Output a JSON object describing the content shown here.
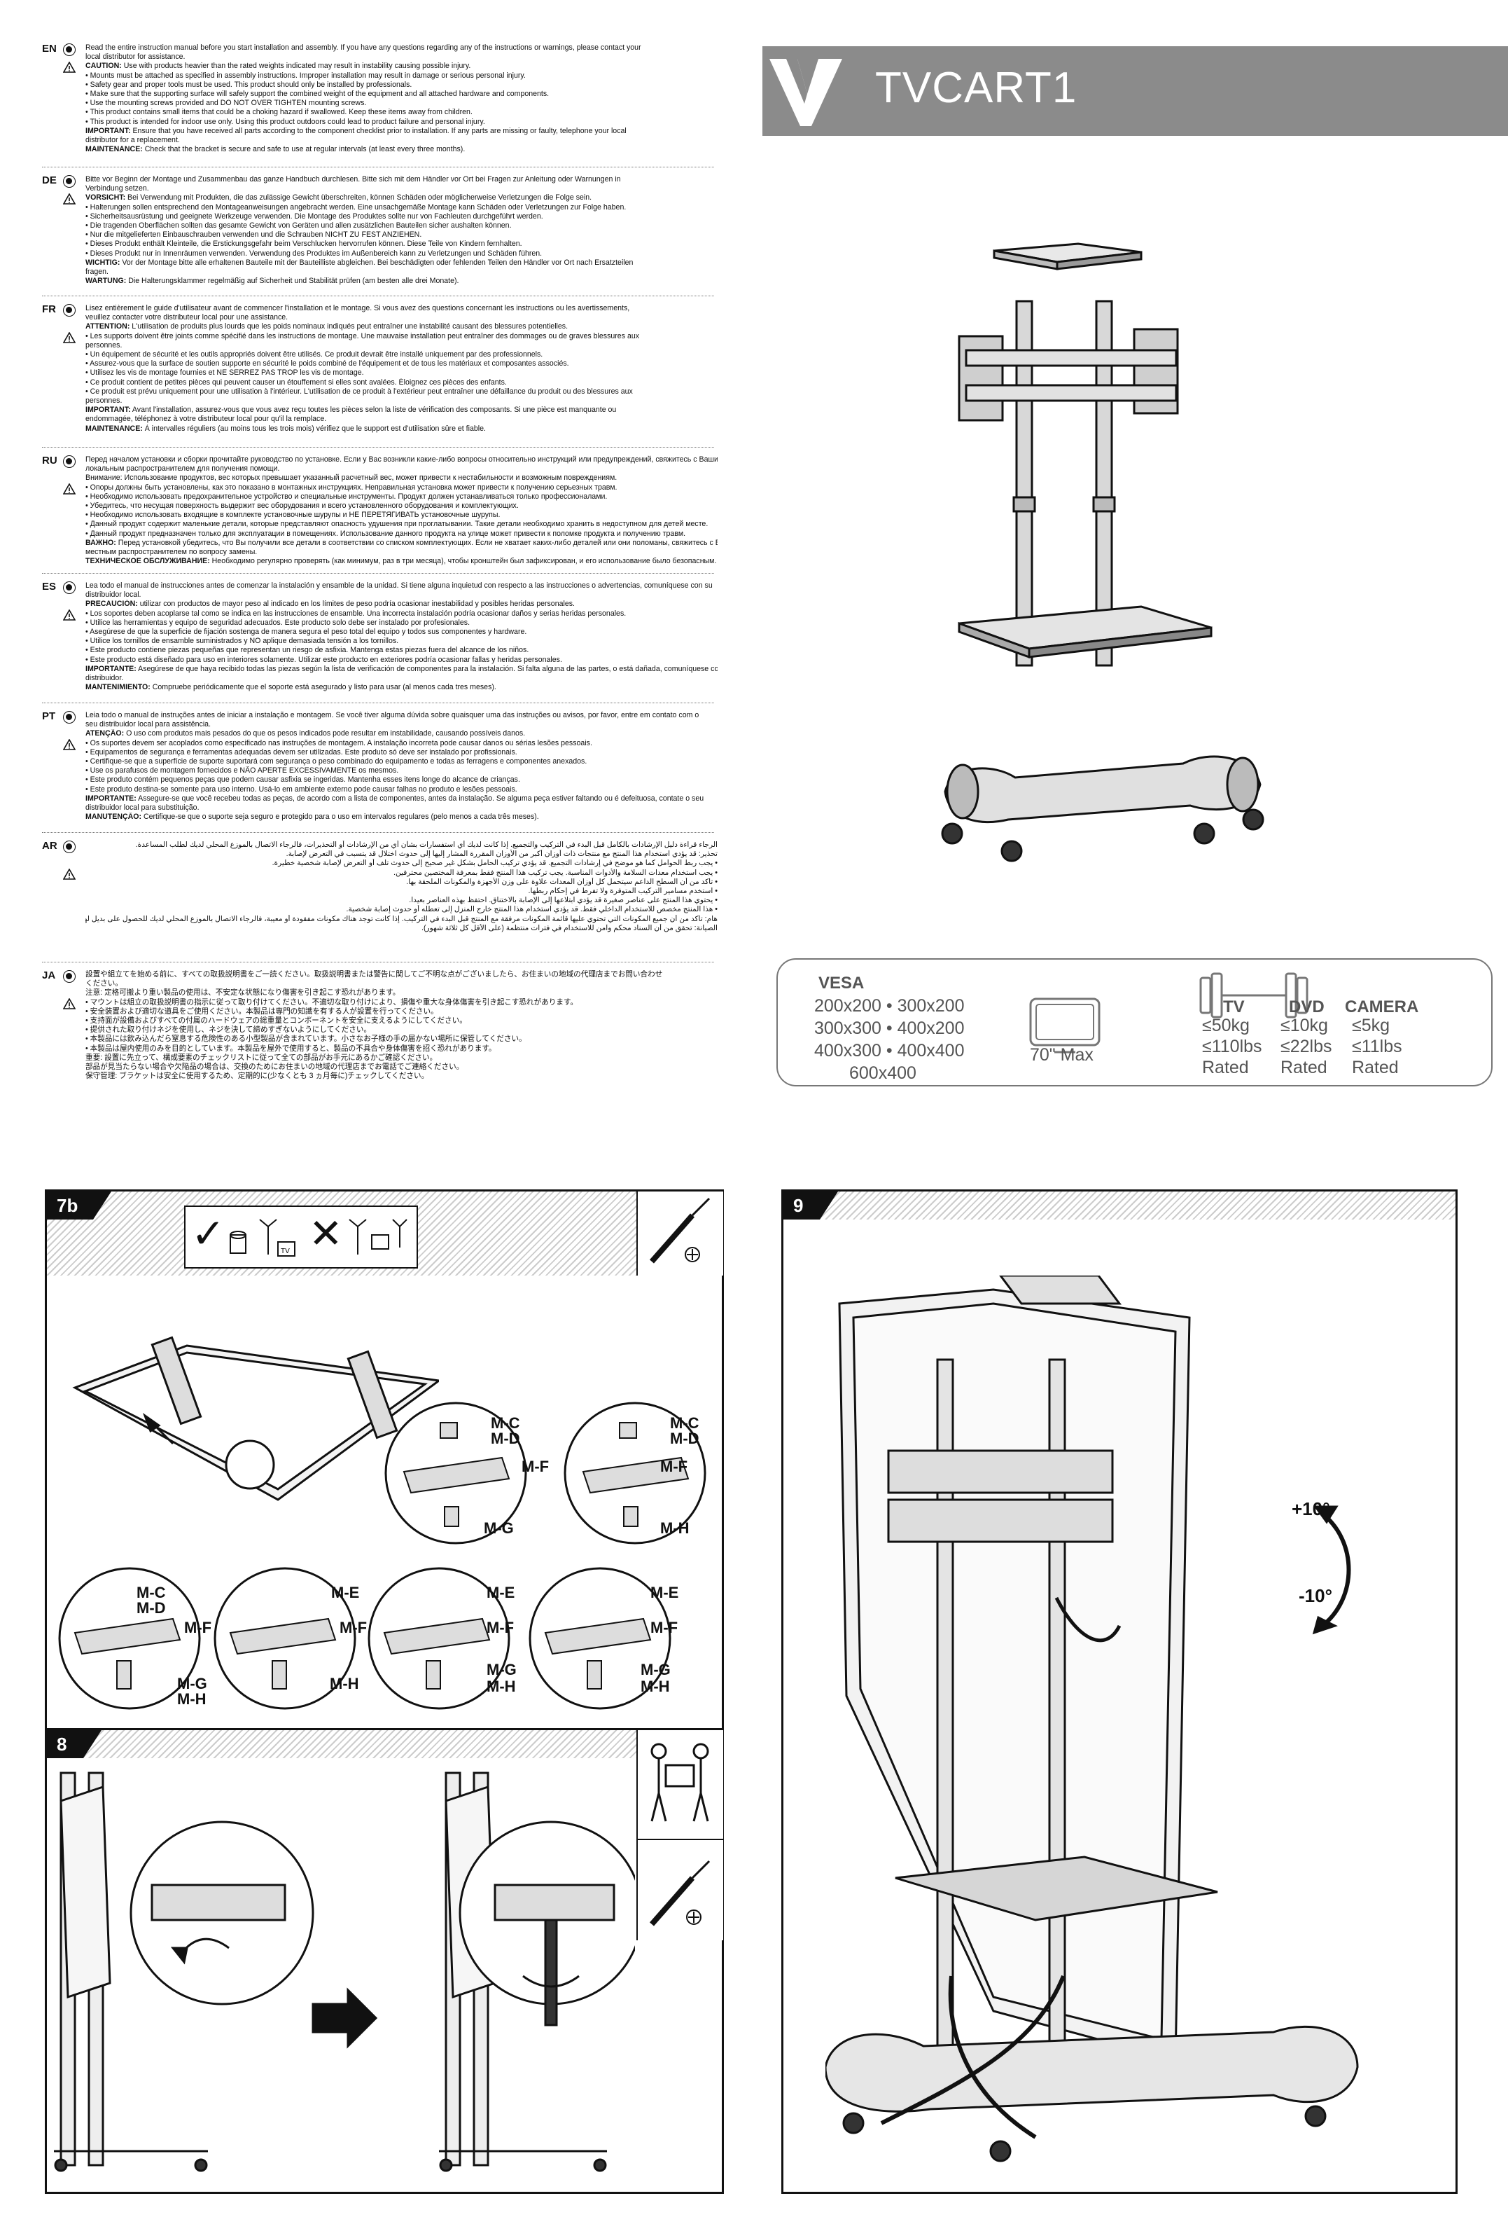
{
  "brand": {
    "title": "TVCART1"
  },
  "languages": [
    {
      "code": "EN",
      "lines": [
        "Read the entire instruction manual before you start installation and assembly. If you have any questions regarding any of the instructions or warnings, please contact your",
        "local distributor for assistance.",
        "CAUTION: Use with products heavier than the rated weights indicated may result in instability causing possible injury.",
        "• Mounts must be attached as specified in assembly instructions. Improper installation may result in damage or serious personal injury.",
        "• Safety gear and proper tools must be used. This product should only be installed by professionals.",
        "• Make sure that the supporting surface will safely support the combined weight of the equipment and all attached hardware and components.",
        "• Use the mounting screws provided and DO NOT OVER TIGHTEN mounting screws.",
        "• This product contains small items that could be a choking hazard if swallowed. Keep these items away from children.",
        "• This product is intended for indoor use only. Using this product outdoors could lead to product failure and personal injury.",
        "IMPORTANT: Ensure that you have received all parts according to the component checklist prior to installation. If any parts are missing or faulty, telephone your local",
        "distributor for a replacement.",
        "MAINTENANCE: Check that the bracket is secure and safe to use at regular intervals (at least every three months)."
      ]
    },
    {
      "code": "DE",
      "lines": [
        "Bitte vor Beginn der Montage und Zusammenbau das ganze Handbuch durchlesen. Bitte sich mit dem Händler vor Ort bei Fragen zur Anleitung oder Warnungen in",
        "Verbindung setzen.",
        "VORSICHT: Bei Verwendung mit Produkten, die das zulässige Gewicht überschreiten, können Schäden oder möglicherweise Verletzungen die Folge sein.",
        "• Halterungen sollen entsprechend den Montageanweisungen angebracht werden. Eine unsachgemäße Montage kann Schäden oder Verletzungen zur Folge haben.",
        "• Sicherheitsausrüstung und geeignete Werkzeuge verwenden. Die Montage des Produktes sollte nur von Fachleuten durchgeführt werden.",
        "• Die tragenden Oberflächen sollten das gesamte Gewicht von Geräten und allen zusätzlichen Bauteilen sicher aushalten können.",
        "• Nur die mitgelieferten Einbauschrauben verwenden und die Schrauben NICHT ZU FEST ANZIEHEN.",
        "• Dieses Produkt enthält Kleinteile, die Erstickungsgefahr beim Verschlucken hervorrufen können. Diese Teile von Kindern fernhalten.",
        "• Dieses Produkt nur in Innenräumen verwenden. Verwendung des Produktes im Außenbereich kann zu Verletzungen und Schäden führen.",
        "WICHTIG: Vor der Montage bitte alle erhaltenen Bauteile mit der Bauteilliste abgleichen. Bei beschädigten oder fehlenden Teilen den Händler vor Ort nach Ersatzteilen",
        "fragen.",
        "WARTUNG: Die Halterungsklammer regelmäßig auf Sicherheit und Stabilität prüfen (am besten alle drei Monate)."
      ]
    },
    {
      "code": "FR",
      "lines": [
        "Lisez entièrement le guide d'utilisateur avant de commencer l'installation et le montage. Si vous avez des questions concernant les instructions ou les avertissements,",
        "veuillez contacter votre distributeur local pour une assistance.",
        "ATTENTION: L'utilisation de produits plus lourds que les poids nominaux indiqués peut entraîner une instabilité causant des blessures potentielles.",
        "• Les supports doivent être joints comme spécifié dans les instructions de montage. Une mauvaise installation peut entraîner des dommages ou de graves blessures aux",
        "personnes.",
        "• Un équipement de sécurité et les outils appropriés doivent être utilisés. Ce produit devrait être installé uniquement par des professionnels.",
        "• Assurez-vous que la surface de soutien supporte en sécurité le poids combiné de l'équipement et de tous les matériaux et composantes associés.",
        "• Utilisez les vis de montage fournies et NE SERREZ PAS TROP les vis de montage.",
        "• Ce produit contient de petites pièces qui peuvent causer un étouffement si elles sont avalées. Éloignez ces pièces des enfants.",
        "• Ce produit est prévu uniquement pour une utilisation à l'intérieur. L'utilisation de ce produit à l'extérieur peut entraîner une défaillance du produit ou des blessures aux",
        "personnes.",
        "IMPORTANT: Avant l'installation, assurez-vous que vous avez reçu toutes les pièces selon la liste de vérification des composants. Si une pièce est manquante ou",
        "endommagée, téléphonez à votre distributeur local pour qu'il la remplace.",
        "MAINTENANCE: À intervalles réguliers (au moins tous les trois mois) vérifiez que le support est d'utilisation sûre et fiable."
      ]
    },
    {
      "code": "RU",
      "lines": [
        "Перед началом установки и сборки прочитайте руководство по установке. Если у Вас возникли какие-либо вопросы относительно инструкций или предупреждений, свяжитесь с Вашим",
        "локальным распространителем для получения помощи.",
        "Внимание: Использование продуктов, вес которых превышает указанный расчетный вес, может привести к нестабильности и возможным повреждениям.",
        "• Опоры должны быть установлены, как это показано в монтажных инструкциях. Неправильная установка может привести к получению серьезных травм.",
        "• Необходимо использовать предохранительное устройство и специальные инструменты. Продукт должен устанавливаться только профессионалами.",
        "• Убедитесь, что несущая поверхность выдержит вес оборудования и всего установленного оборудования и комплектующих.",
        "• Необходимо использовать входящие в комплекте установочные шурупы и НЕ ПЕРЕТЯГИВАТЬ установочные шурупы.",
        "• Данный продукт содержит маленькие детали, которые представляют опасность удушения при проглатывании. Такие детали необходимо хранить в недоступном для детей месте.",
        "• Данный продукт предназначен только для эксплуатации в помещениях. Использование данного продукта на улице может привести к поломке продукта и получению травм.",
        "ВАЖНО: Перед установкой убедитесь, что Вы получили все детали в соответствии со списком комплектующих. Если не хватает каких-либо деталей или они поломаны, свяжитесь с Вашим",
        "местным распространителем по вопросу замены.",
        "ТЕХНИЧЕСКОЕ ОБСЛУЖИВАНИЕ: Необходимо регулярно проверять (как минимум, раз в три месяца), чтобы кронштейн был зафиксирован, и его использование было безопасным."
      ]
    },
    {
      "code": "ES",
      "lines": [
        "Lea todo el manual de instrucciones antes de comenzar la instalación y ensamble de la unidad. Si tiene alguna inquietud con respecto a las instrucciones o advertencias, comuníquese con su",
        "distribuidor local.",
        "PRECAUCIÓN: utilizar con productos de mayor peso al indicado en los límites de peso podría ocasionar inestabilidad y posibles heridas personales.",
        "• Los soportes deben acoplarse tal como se indica en las instrucciones de ensamble. Una incorrecta instalación podría ocasionar daños y serias heridas personales.",
        "• Utilice las herramientas y equipo de seguridad adecuados. Este producto solo debe ser instalado por profesionales.",
        "• Asegúrese de que la superficie de fijación sostenga de manera segura el peso total del equipo y todos sus componentes y hardware.",
        "• Utilice los tornillos de ensamble suministrados y NO aplique demasiada tensión a los tornillos.",
        "• Este producto contiene piezas pequeñas que representan un riesgo de asfixia. Mantenga estas piezas fuera del alcance de los niños.",
        "• Este producto está diseñado para uso en interiores solamente. Utilizar este producto en exteriores podría ocasionar fallas y heridas personales.",
        "IMPORTANTE: Asegúrese de que haya recibido todas las piezas según la lista de verificación de componentes para la instalación. Si falta alguna de las partes, o está dañada, comuníquese con su",
        "distribuidor.",
        "MANTENIMIENTO: Compruebe periódicamente que el soporte está asegurado y listo para usar (al menos cada tres meses)."
      ]
    },
    {
      "code": "PT",
      "lines": [
        "Leia todo o manual de instruções antes de iniciar a instalação e montagem. Se você tiver alguma dúvida sobre quaisquer uma das instruções ou avisos, por favor, entre em contato com o",
        "seu distribuidor local para assistência.",
        "ATENÇÃO: O uso com produtos mais pesados do que os pesos indicados pode resultar em instabilidade, causando possíveis danos.",
        "• Os suportes devem ser acoplados como especificado nas instruções de montagem. A instalação incorreta pode causar danos ou sérias lesões pessoais.",
        "• Equipamentos de segurança e ferramentas adequadas devem ser utilizadas. Este produto só deve ser instalado por profissionais.",
        "• Certifique-se que a superfície de suporte suportará com segurança o peso combinado do equipamento e todas as ferragens e componentes anexados.",
        "• Use os parafusos de montagem fornecidos e NÃO APERTE EXCESSIVAMENTE os mesmos.",
        "• Este produto contém pequenos peças que podem causar asfixia se ingeridas. Mantenha esses itens longe do alcance de crianças.",
        "• Este produto destina-se somente para uso interno. Usá-lo em ambiente externo pode causar falhas no produto e lesões pessoais.",
        "IMPORTANTE: Assegure-se que você recebeu todas as peças, de acordo com a lista de componentes, antes da instalação. Se alguma peça estiver faltando ou é defeituosa, contate o seu",
        "distribuidor local para substituição.",
        "MANUTENÇÃO: Certifique-se que o suporte seja seguro e protegido para o uso em intervalos regulares (pelo menos a cada três meses)."
      ]
    },
    {
      "code": "AR",
      "lines": [
        "الرجاء قراءة دليل الإرشادات بالكامل قبل البدء في التركيب والتجميع. إذا كانت لديك أي استفسارات بشأن أي من الإرشادات أو التحذيرات، فالرجاء الاتصال بالموزع المحلي لديك لطلب المساعدة.",
        "تحذير: قد يؤدي استخدام هذا المنتج مع منتجات ذات أوزان أكبر من الأوزان المقررة المشار إليها إلى حدوث اختلال قد يتسبب في التعرض لإصابة.",
        "• يجب ربط الحوامل كما هو موضح في إرشادات التجميع. قد يؤدي تركيب الحامل بشكل غير صحيح إلى حدوث تلف أو التعرض لإصابة شخصية خطيرة.",
        "• يجب استخدام معدات السلامة والأدوات المناسبة. يجب تركيب هذا المنتج فقط بمعرفة المختصين محترفين.",
        "• تأكد من أن السطح الداعم سيتحمل كل أوزان المعدات علاوة على وزن الأجهزة والمكونات الملحقة بها.",
        "• استخدم مسامير التركيب المتوفرة ولا تفرط في إحكام ربطها.",
        "• يحتوي هذا المنتج على عناصر صغيرة قد يؤدي ابتلاعها إلى الإصابة بالاختناق. احتفظ بهذه العناصر بعيدا.",
        "• هذا المنتج مخصص للاستخدام الداخلي فقط. قد يؤدي استخدام هذا المنتج خارج المنزل إلى تعطله أو حدوث إصابة شخصية.",
        "هام: تأكد من أن جميع المكونات التي تحتوي عليها قائمة المكونات مرفقة مع المنتج قبل البدء في التركيب. إذا كانت توجد هناك مكونات مفقودة أو معيبة، فالرجاء الاتصال بالموزع المحلي لديك للحصول على بديل لها.",
        "الصيانة: تحقق من أن السناد محكم وآمن للاستخدام في فترات منتظمة (على الأقل كل ثلاثة شهور)."
      ]
    },
    {
      "code": "JA",
      "lines": [
        "設置や組立てを始める前に、すべての取扱説明書をご一読ください。取扱説明書または警告に関してご不明な点がございましたら、お住まいの地域の代理店までお問い合わせ",
        "ください。",
        "注意: 定格可搬より重い製品の使用は、不安定な状態になり傷害を引き起こす恐れがあります。",
        "• マウントは組立の取扱説明書の指示に従って取り付けてください。不適切な取り付けにより、損傷や重大な身体傷害を引き起こす恐れがあります。",
        "• 安全装置および適切な道具をご使用ください。本製品は専門の知識を有する人が設置を行ってください。",
        "• 支持面が設備およびすべての付属のハードウェアの総重量とコンポーネントを安全に支えるようにしてください。",
        "• 提供された取り付けネジを使用し、ネジを決して締めすぎないようにしてください。",
        "• 本製品には飲み込んだら窒息する危険性のある小型製品が含まれています。小さなお子様の手の届かない場所に保管してください。",
        "• 本製品は屋内使用のみを目的としています。本製品を屋外で使用すると、製品の不具合や身体傷害を招く恐れがあります。",
        "重要: 設置に先立って、構成要素のチェックリストに従って全ての部品がお手元にあるかご確認ください。",
        "部品が見当たらない場合や欠陥品の場合は、交換のためにお住まいの地域の代理店までお電話でご連絡ください。",
        "保守管理: ブラケットは安全に使用するため、定期的に(少なくとも 3 ヵ月毎に)チェックしてください。"
      ]
    }
  ],
  "specs": {
    "vesa_title": "VESA",
    "vesa_sizes": [
      "200x200 • 300x200",
      "300x300 • 400x200",
      "400x300 • 400x400",
      "600x400"
    ],
    "max_size": "70\" Max",
    "tv": {
      "title": "TV",
      "kg": "≤50kg",
      "lbs": "≤110lbs",
      "rated": "Rated"
    },
    "dvd": {
      "title": "DVD",
      "kg": "≤10kg",
      "lbs": "≤22lbs",
      "rated": "Rated"
    },
    "camera": {
      "title": "CAMERA",
      "kg": "≤5kg",
      "lbs": "≤11lbs",
      "rated": "Rated"
    }
  },
  "steps": {
    "step7b": {
      "label": "7b"
    },
    "step8": {
      "label": "8"
    },
    "step9": {
      "label": "9",
      "tilt_up": "+10°",
      "tilt_down": "-10°"
    }
  },
  "parts": {
    "mc": "M-C",
    "md": "M-D",
    "me": "M-E",
    "mf": "M-F",
    "mg": "M-G",
    "mh": "M-H",
    "tv": "TV"
  }
}
